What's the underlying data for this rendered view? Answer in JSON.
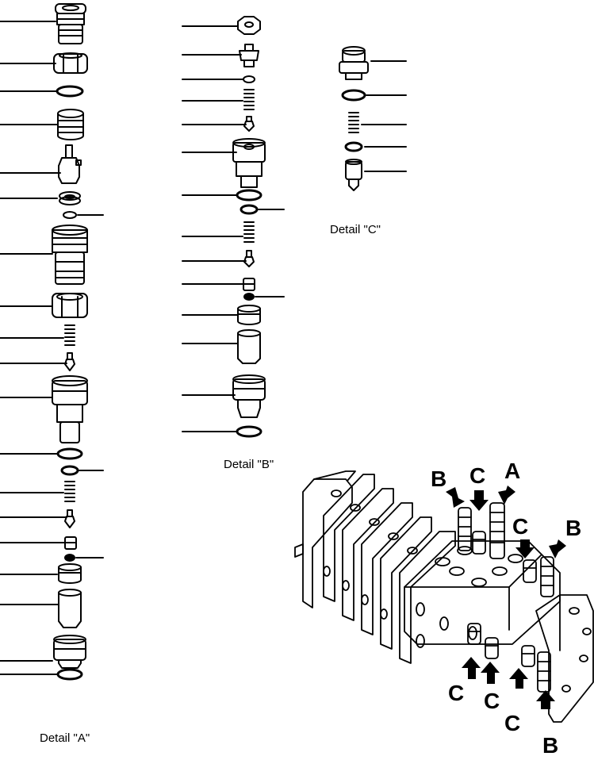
{
  "captions": {
    "detail_a": "Detail \"A\"",
    "detail_b": "Detail \"B\"",
    "detail_c": "Detail \"C\""
  },
  "location_labels": [
    "A",
    "B",
    "C"
  ],
  "icons": [
    "valve-cartridge-icon",
    "o-ring-icon",
    "spring-icon",
    "poppet-icon",
    "nut-icon",
    "pointer-arrow-icon",
    "control-valve-body-icon"
  ]
}
